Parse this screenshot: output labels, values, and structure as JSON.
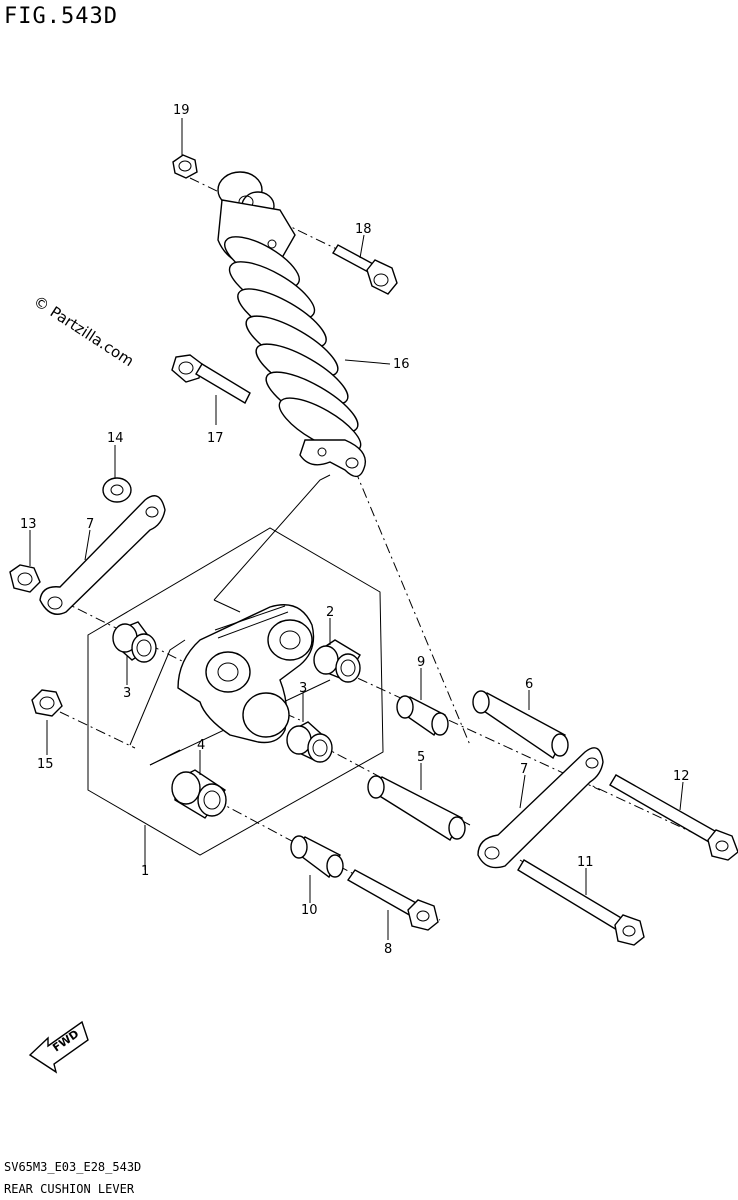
{
  "figure": {
    "title": "FIG.543D",
    "watermark": "© Partzilla.com",
    "footer_code": "SV65M3_E03_E28_543D",
    "footer_name": "REAR CUSHION LEVER",
    "fwd_label": "FWD"
  },
  "callouts": [
    "19",
    "18",
    "16",
    "17",
    "14",
    "13",
    "7",
    "2",
    "3",
    "9",
    "6",
    "15",
    "4",
    "5",
    "7",
    "12",
    "1",
    "11",
    "10",
    "8"
  ]
}
